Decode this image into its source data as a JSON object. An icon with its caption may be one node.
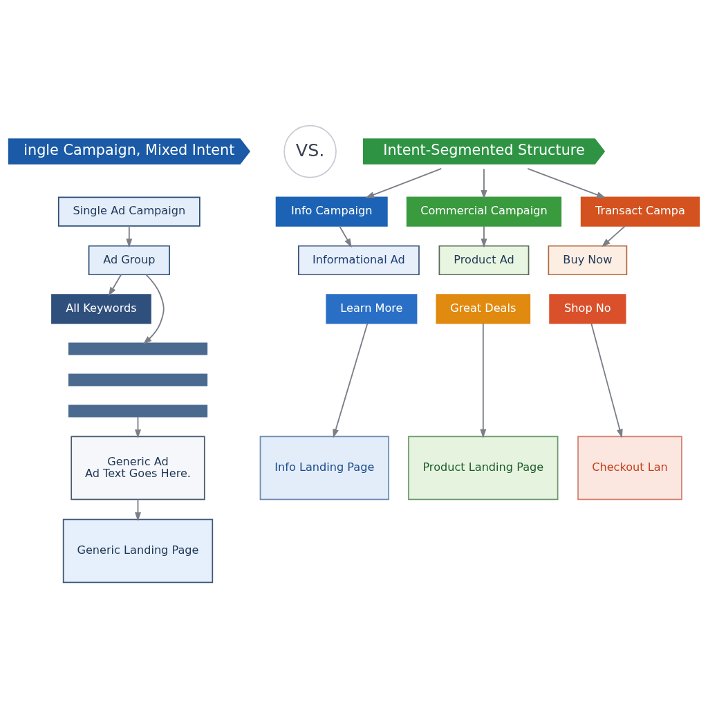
{
  "diagram": {
    "nodes": [
      {
        "text": [
          "ingle Campaign, Mixed Intent"
        ]
      },
      {
        "text": [
          "Single Ad Campaign"
        ]
      },
      {
        "text": [
          "Ad Group"
        ]
      },
      {
        "text": [
          "All Keywords"
        ]
      },
      {
        "text": [],
        "shape": "bar"
      },
      {
        "text": [],
        "shape": "bar"
      },
      {
        "text": [],
        "shape": "bar"
      },
      {
        "text": [
          "Generic Ad",
          "Ad Text Goes Here."
        ]
      },
      {
        "text": [
          "Generic Landing Page"
        ]
      },
      {
        "text": [
          "VS."
        ]
      },
      {
        "text": [
          "Intent-Segmented Structure"
        ]
      },
      {
        "text": [
          "Info Campaign"
        ]
      },
      {
        "text": [
          "Commercial Campaign"
        ]
      },
      {
        "text": [
          "Transact Campa"
        ]
      },
      {
        "text": [
          "Informational Ad"
        ]
      },
      {
        "text": [
          "Product Ad"
        ]
      },
      {
        "text": [
          "Buy Now"
        ]
      },
      {
        "text": [
          "Learn More"
        ]
      },
      {
        "text": [
          "Great Deals"
        ]
      },
      {
        "text": [
          "Shop No"
        ]
      },
      {
        "text": [
          "Info Landing Page"
        ]
      },
      {
        "text": [
          "Product Landing Page"
        ]
      },
      {
        "text": [
          "Checkout Lan"
        ]
      }
    ],
    "edges": [
      {
        "from": 1,
        "to": 2,
        "arrow": "to"
      },
      {
        "from": 2,
        "to": 3,
        "arrow": "to"
      },
      {
        "from": 2,
        "to": 4,
        "arrow": "to"
      },
      {
        "from": 6,
        "to": 7,
        "arrow": "to"
      },
      {
        "from": 7,
        "to": 8,
        "arrow": "to"
      },
      {
        "from": 10,
        "to": 11,
        "arrow": "to"
      },
      {
        "from": 10,
        "to": 12,
        "arrow": "to"
      },
      {
        "from": 10,
        "to": 13,
        "arrow": "to"
      },
      {
        "from": 11,
        "to": 14,
        "arrow": "to"
      },
      {
        "from": 12,
        "to": 15,
        "arrow": "to"
      },
      {
        "from": 13,
        "to": 16,
        "arrow": "to"
      },
      {
        "from": 17,
        "to": 20,
        "arrow": "to"
      },
      {
        "from": 18,
        "to": 21,
        "arrow": "to"
      },
      {
        "from": 19,
        "to": 22,
        "arrow": "to"
      }
    ]
  }
}
